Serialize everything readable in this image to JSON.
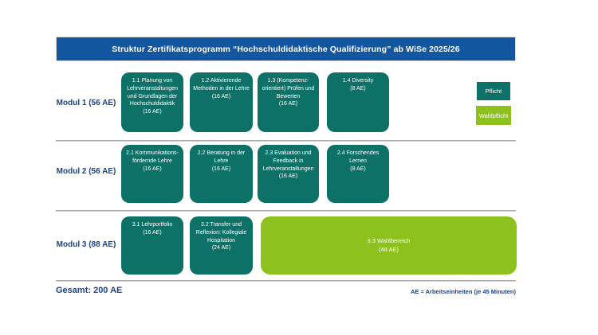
{
  "header": {
    "title": "Struktur Zertifikatsprogramm “Hochschuldidaktische Qualifizierung” ab WiSe 2025/26"
  },
  "legend": {
    "pflicht": "Pflicht",
    "wahlpflicht": "Wahlpflicht"
  },
  "modules": [
    {
      "label": "Modul 1 (56 AE)",
      "courses": [
        {
          "title": "1.1 Planung von Lehrveranstaltungen und Grundlagen der Hochschuldidaktik",
          "ae": "(16 AE)",
          "type": "pflicht"
        },
        {
          "title": "1.2 Aktivierende Methoden in der Lehre",
          "ae": "(16 AE)",
          "type": "pflicht"
        },
        {
          "title": "1.3 (Kompetenz-orientiert) Prüfen und Bewerten",
          "ae": "(16 AE)",
          "type": "pflicht"
        },
        {
          "title": "1.4 Diversity",
          "ae": "(8 AE)",
          "type": "pflicht"
        }
      ]
    },
    {
      "label": "Modul 2 (56 AE)",
      "courses": [
        {
          "title": "2.1 Kommunikations-fördernde Lehre",
          "ae": "(16 AE)",
          "type": "pflicht"
        },
        {
          "title": "2.2 Beratung in der Lehre",
          "ae": "(16 AE)",
          "type": "pflicht"
        },
        {
          "title": "2.3 Evaluation und Feedback in Lehrveranstaltungen",
          "ae": "(16 AE)",
          "type": "pflicht"
        },
        {
          "title": "2.4 Forschendes Lernen",
          "ae": "(8 AE)",
          "type": "pflicht"
        }
      ]
    },
    {
      "label": "Modul 3 (88 AE)",
      "courses": [
        {
          "title": "3.1 Lehrportfolio",
          "ae": "(16 AE)",
          "type": "pflicht"
        },
        {
          "title": "3.2 Transfer und Reflexion: Kollegiale Hospitation",
          "ae": "(24 AE)",
          "type": "pflicht"
        },
        {
          "title": "3.3 Wahlbereich",
          "ae": "(48 AE)",
          "type": "wahlpflicht"
        }
      ]
    }
  ],
  "footer": {
    "total": "Gesamt: 200 AE",
    "note": "AE = Arbeitseinheiten (je 45 Minuten)"
  },
  "colors": {
    "header_bg": "#1257a0",
    "pflicht_teal": "#0d7167",
    "wahlpflicht_green": "#8dc21e",
    "navy_text": "#1b4385",
    "separator_gray": "#9d9d9d"
  }
}
